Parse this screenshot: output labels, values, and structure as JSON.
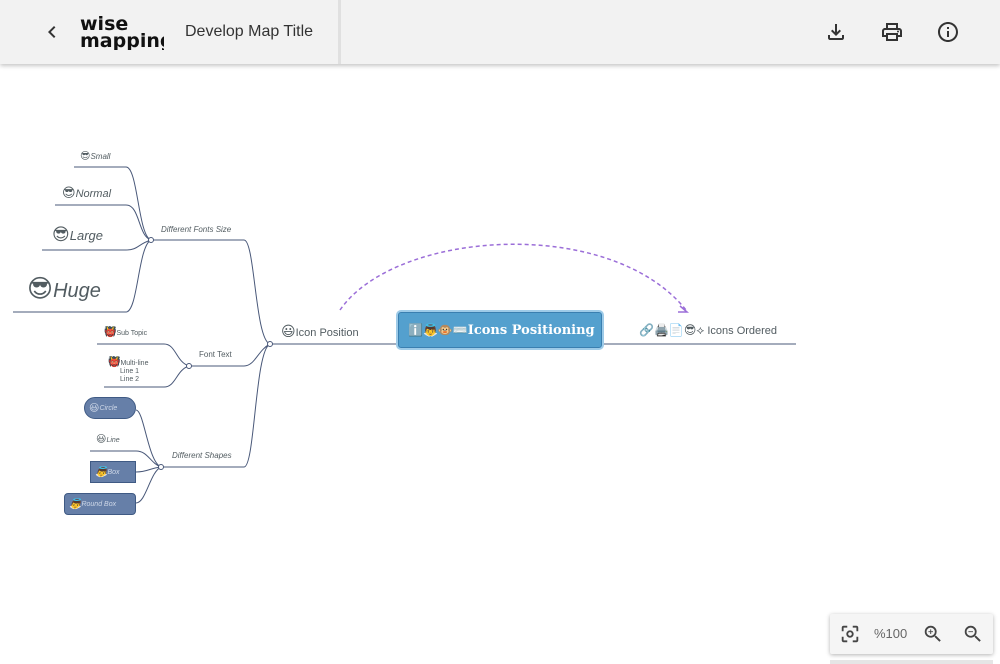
{
  "header": {
    "logo_top": "wise",
    "logo_bottom": "mapping",
    "map_title": "Develop Map Title"
  },
  "central": {
    "icons": "ℹ️👼🐵⌨️",
    "label": "Icons Positioning"
  },
  "left_branch": {
    "icon": "😃",
    "label": "Icon Position"
  },
  "right_branch": {
    "icons": "🔗🖨️📄😎",
    "label": "Icons Ordered"
  },
  "fonts_group": {
    "label": "Different Fonts Size",
    "items": [
      {
        "icon": "😎",
        "label": "Small"
      },
      {
        "icon": "😎",
        "label": "Normal"
      },
      {
        "icon": "😎",
        "label": "Large"
      },
      {
        "icon": "😎",
        "label": "Huge"
      }
    ]
  },
  "font_text_group": {
    "label": "Font Text",
    "sub_topic": {
      "icon": "👹",
      "label": "Sub Topic"
    },
    "multi_line": {
      "icon": "👹",
      "line0": "Multi-line",
      "line1": "Line 1",
      "line2": "Line 2"
    }
  },
  "shapes_group": {
    "label": "Different Shapes",
    "items": [
      {
        "icon": "😃",
        "label": "Circle"
      },
      {
        "icon": "😃",
        "label": "Line"
      },
      {
        "icon": "👼",
        "label": "Box"
      },
      {
        "icon": "👼",
        "label": "Round Box"
      }
    ]
  },
  "zoom": {
    "level": "%100"
  },
  "colors": {
    "central_fill": "#54a0ce",
    "connector": "#495879",
    "relationship": "#9b6ed8",
    "shape_fill": "#667fa8"
  }
}
